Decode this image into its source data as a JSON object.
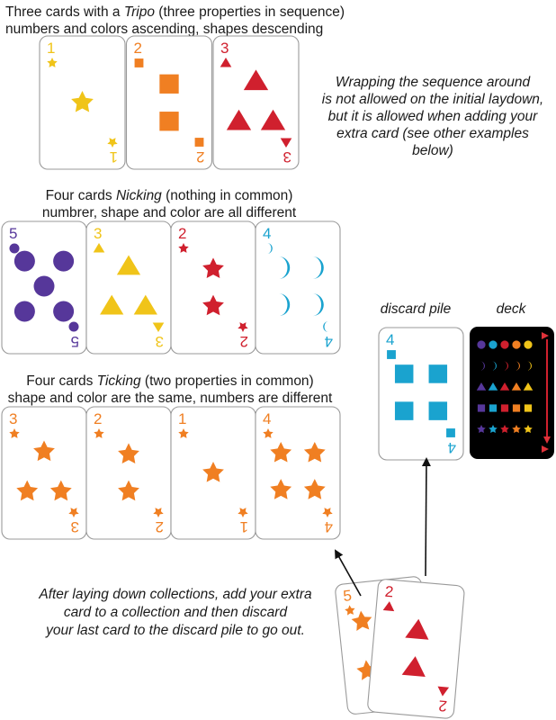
{
  "colors": {
    "c1": "#f0c419",
    "c2": "#f07f22",
    "c3": "#d0202e",
    "c4": "#1aa3cf",
    "c5": "#56379a",
    "border": "#9a9a9a",
    "deck_bg": "#000000"
  },
  "captions": {
    "tripo": {
      "line1_before": "Three cards with a ",
      "line1_em": "Tripo",
      "line1_after": " (three properties in sequence)",
      "line2": "numbers and colors ascending, shapes descending"
    },
    "wrap": {
      "line1": "Wrapping the sequence around",
      "line2": "is not allowed on the initial laydown,",
      "line3": "but it is allowed when adding your",
      "line4": "extra card (see other examples below)"
    },
    "nicking": {
      "line1_before": "Four cards ",
      "line1_em": "Nicking",
      "line1_after": " (nothing in common)",
      "line2": "numbrer, shape and color are all different"
    },
    "ticking": {
      "line1_before": "Four cards ",
      "line1_em": "Ticking",
      "line1_after": " (two properties in common)",
      "line2": "shape and color are the same, numbers are different"
    },
    "discard_label": "discard pile",
    "deck_label": "deck",
    "after": {
      "line1": "After laying down collections, add your extra",
      "line2": "card to a collection and then discard",
      "line3": "your last card to the discard pile to go out."
    }
  },
  "rows": {
    "tripo": [
      {
        "number": "1",
        "shape": "star",
        "color": "c1"
      },
      {
        "number": "2",
        "shape": "square",
        "color": "c2"
      },
      {
        "number": "3",
        "shape": "triangle",
        "color": "c3"
      }
    ],
    "nicking": [
      {
        "number": "5",
        "shape": "circle",
        "color": "c5"
      },
      {
        "number": "3",
        "shape": "triangle",
        "color": "c1"
      },
      {
        "number": "2",
        "shape": "star",
        "color": "c3"
      },
      {
        "number": "4",
        "shape": "moon",
        "color": "c4"
      }
    ],
    "ticking": [
      {
        "number": "3",
        "shape": "star",
        "color": "c2"
      },
      {
        "number": "2",
        "shape": "star",
        "color": "c2"
      },
      {
        "number": "1",
        "shape": "star",
        "color": "c2"
      },
      {
        "number": "4",
        "shape": "star",
        "color": "c2"
      }
    ]
  },
  "discard_card": {
    "number": "4",
    "shape": "square",
    "color": "c4"
  },
  "hand": [
    {
      "number": "5",
      "shape": "star",
      "color": "c2"
    },
    {
      "number": "2",
      "shape": "triangle",
      "color": "c3"
    }
  ],
  "deck": {
    "rows": [
      {
        "shape": "circle",
        "colors": [
          "c5",
          "c4",
          "c3",
          "c2",
          "c1"
        ]
      },
      {
        "shape": "moon",
        "colors": [
          "c5",
          "c4",
          "c3",
          "c2",
          "c1"
        ]
      },
      {
        "shape": "triangle",
        "colors": [
          "c5",
          "c4",
          "c3",
          "c2",
          "c1"
        ]
      },
      {
        "shape": "square",
        "colors": [
          "c5",
          "c4",
          "c3",
          "c2",
          "c1"
        ]
      },
      {
        "shape": "star",
        "colors": [
          "c5",
          "c4",
          "c3",
          "c2",
          "c1"
        ]
      }
    ]
  }
}
